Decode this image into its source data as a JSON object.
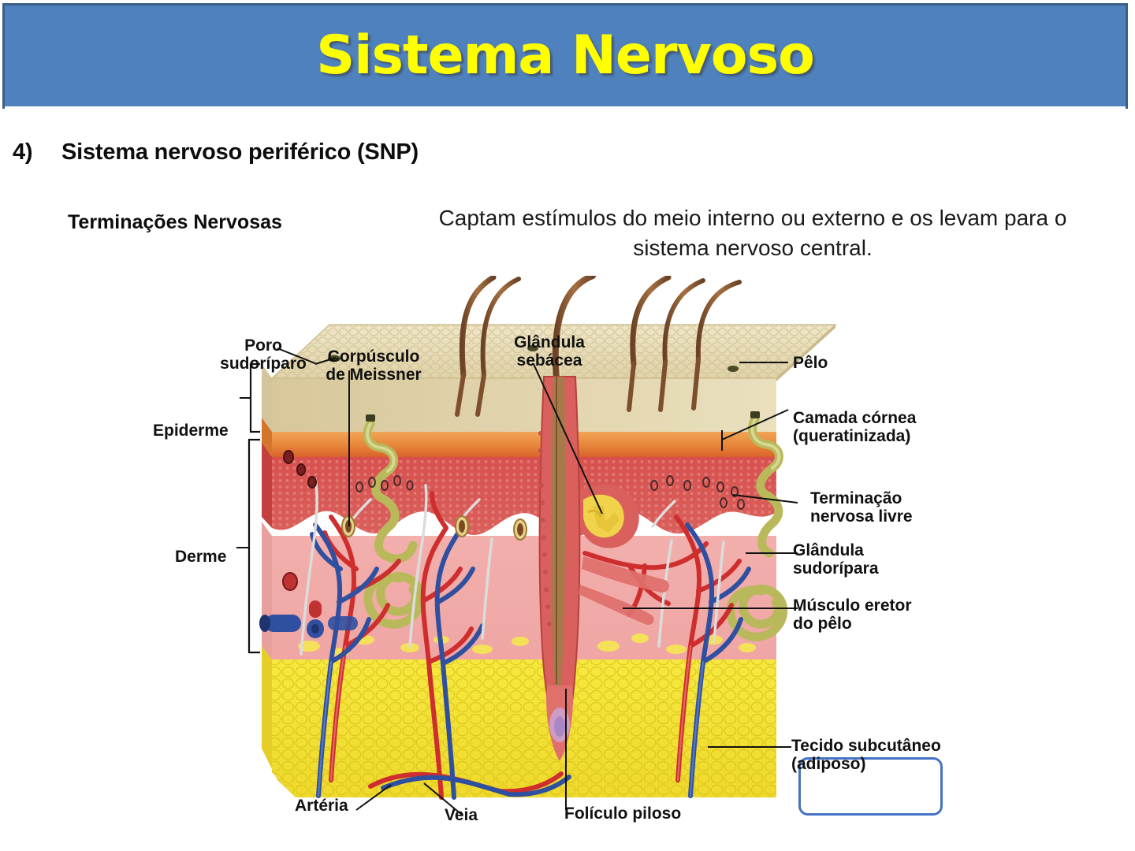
{
  "slide": {
    "title": "Sistema Nervoso",
    "title_color": "#FFFF00",
    "banner_color": "#4F81BD",
    "section_number": "4)",
    "section_heading": "Sistema nervoso periférico (SNP)",
    "subtopic_label": "Terminações Nervosas",
    "description": "Captam estímulos do meio interno ou externo e os levam para o sistema nervoso central."
  },
  "diagram": {
    "name": "corte-transversal-da-pele",
    "highlight_color": "#4472C4",
    "labels": {
      "sweat_pore": "Poro\nsudoríparo",
      "meissner_corpuscle": "Corpúsculo\nde Meissner",
      "sebaceous_gland": "Glândula\nsebácea",
      "hair": "Pêlo",
      "epidermis": "Epiderme",
      "horny_layer": "Camada córnea\n(queratinizada)",
      "free_nerve_ending": "Terminação\nnervosa livre",
      "sweat_gland": "Glândula\nsudorípara",
      "arrector_pili": "Músculo eretor\ndo pêlo",
      "dermis": "Derme",
      "subcutaneous": "Tecido subcutâneo\n(adiposo)",
      "artery": "Artéria",
      "vein": "Veia",
      "hair_follicle": "Folículo piloso"
    },
    "layer_colors": {
      "stratum_corneum": "#E8DCB8",
      "granular_band": "#E8883C",
      "papillary_dermis": "#D9534F",
      "reticular_dermis": "#F0A8A8",
      "hypodermis": "#F5E03C",
      "hair": "#8B5A3C",
      "sweat_gland": "#C4C46A",
      "artery": "#D62828",
      "vein": "#2B4C9B",
      "sebaceous_gland": "#F0D24B"
    }
  }
}
